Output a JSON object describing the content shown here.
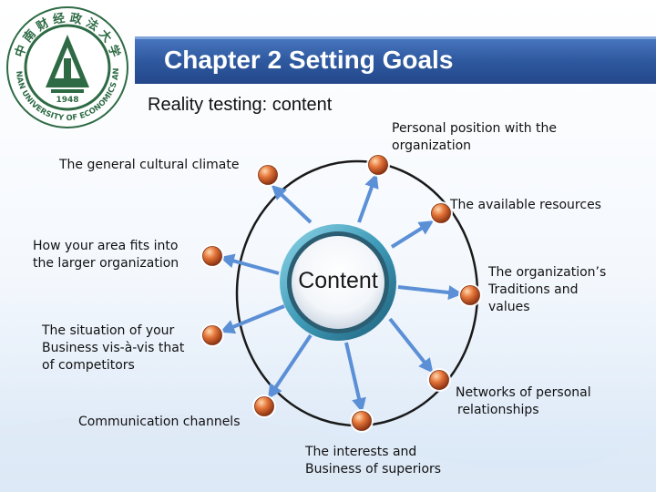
{
  "title": "Chapter 2 Setting Goals",
  "subtitle": "Reality testing: content",
  "logo": {
    "name": "university-seal",
    "ring_text": "ZHONGNAN UNIVERSITY OF ECONOMICS AND LAW",
    "year": "1948"
  },
  "center": {
    "label": "Content"
  },
  "nodes": [
    {
      "id": "personal-position",
      "lines": [
        "Personal position with the",
        "organization"
      ]
    },
    {
      "id": "cultural-climate",
      "lines": [
        "The general cultural climate"
      ]
    },
    {
      "id": "available-resources",
      "lines": [
        "The available resources"
      ]
    },
    {
      "id": "area-fits",
      "lines": [
        "How your area fits into",
        "the larger organization"
      ]
    },
    {
      "id": "traditions",
      "lines": [
        "The organization’s",
        "Traditions and",
        "values"
      ]
    },
    {
      "id": "competitors",
      "lines": [
        "The situation of your",
        "Business vis-à-vis that",
        "of competitors"
      ]
    },
    {
      "id": "networks",
      "lines": [
        "Networks of personal",
        "relationships"
      ]
    },
    {
      "id": "communication",
      "lines": [
        "Communication channels"
      ]
    },
    {
      "id": "superiors",
      "lines": [
        "The interests and",
        "Business of superiors"
      ]
    }
  ],
  "colors": {
    "title_bar": "#2f5aa0",
    "node_ball": "#d9642e",
    "arrow": "#5b8fd6",
    "ring": "#1a1a1a"
  }
}
